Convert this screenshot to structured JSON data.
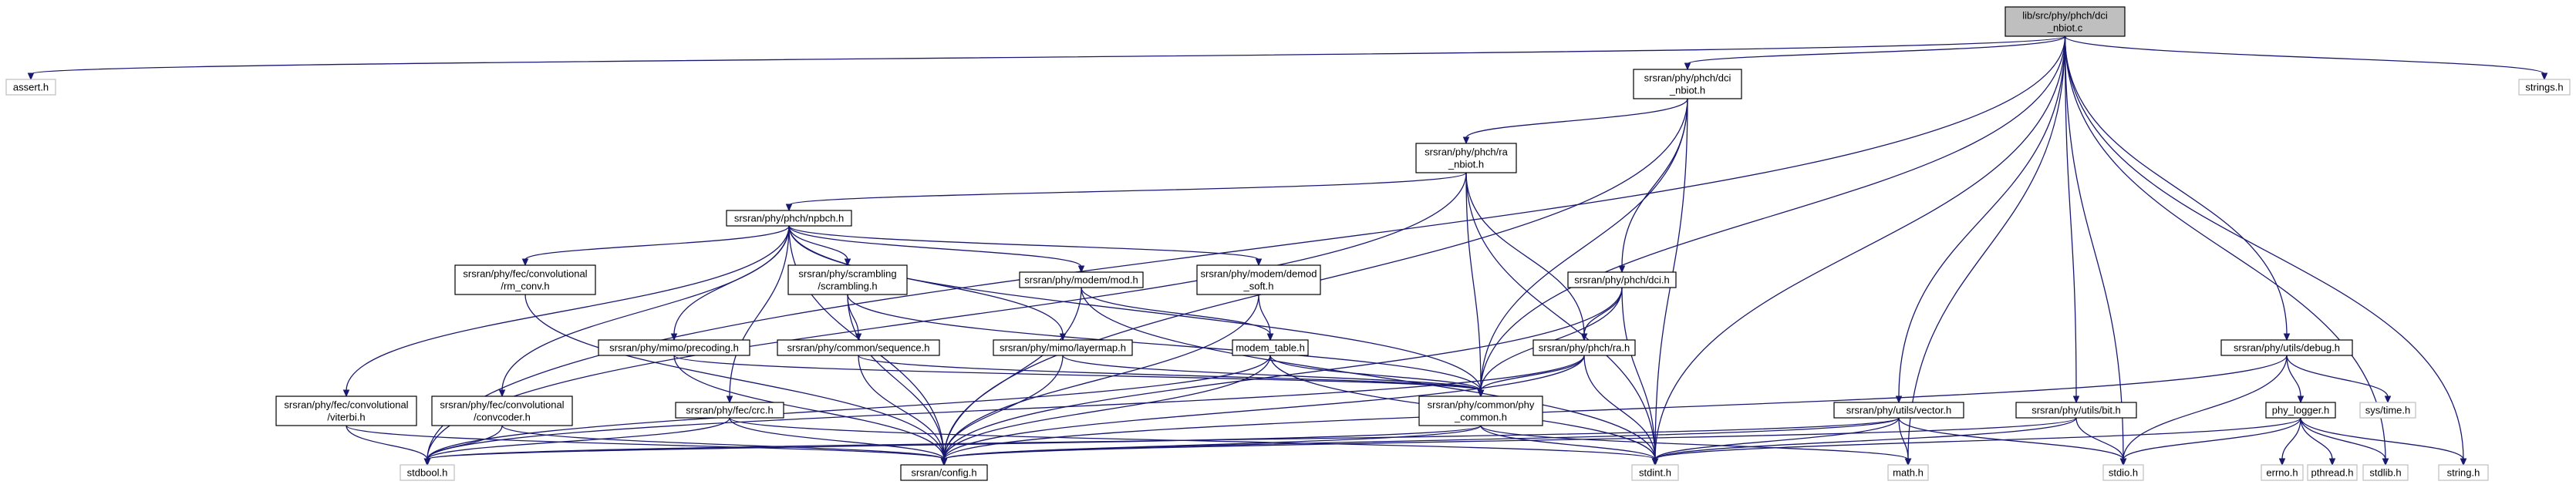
{
  "root": "lib/src/phy/phch/dci_nbiot.c",
  "nodes": [
    {
      "id": "root",
      "lines": [
        "lib/src/phy/phch/dci",
        "_nbiot.c"
      ],
      "kind": "root"
    },
    {
      "id": "assert",
      "lines": [
        "assert.h"
      ],
      "kind": "sys"
    },
    {
      "id": "strings",
      "lines": [
        "strings.h"
      ],
      "kind": "sys"
    },
    {
      "id": "dci_nbiot_h",
      "lines": [
        "srsran/phy/phch/dci",
        "_nbiot.h"
      ],
      "kind": "file"
    },
    {
      "id": "ra_nbiot_h",
      "lines": [
        "srsran/phy/phch/ra",
        "_nbiot.h"
      ],
      "kind": "file"
    },
    {
      "id": "npbch_h",
      "lines": [
        "srsran/phy/phch/npbch.h"
      ],
      "kind": "file"
    },
    {
      "id": "rm_conv_h",
      "lines": [
        "srsran/phy/fec/convolutional",
        "/rm_conv.h"
      ],
      "kind": "file"
    },
    {
      "id": "scrambling_h",
      "lines": [
        "srsran/phy/scrambling",
        "/scrambling.h"
      ],
      "kind": "file"
    },
    {
      "id": "mod_h",
      "lines": [
        "srsran/phy/modem/mod.h"
      ],
      "kind": "file"
    },
    {
      "id": "demod_soft_h",
      "lines": [
        "srsran/phy/modem/demod",
        "_soft.h"
      ],
      "kind": "file"
    },
    {
      "id": "dci_h",
      "lines": [
        "srsran/phy/phch/dci.h"
      ],
      "kind": "file"
    },
    {
      "id": "precoding_h",
      "lines": [
        "srsran/phy/mimo/precoding.h"
      ],
      "kind": "file"
    },
    {
      "id": "sequence_h",
      "lines": [
        "srsran/phy/common/sequence.h"
      ],
      "kind": "file"
    },
    {
      "id": "layermap_h",
      "lines": [
        "srsran/phy/mimo/layermap.h"
      ],
      "kind": "file"
    },
    {
      "id": "modem_table_h",
      "lines": [
        "modem_table.h"
      ],
      "kind": "file"
    },
    {
      "id": "ra_h",
      "lines": [
        "srsran/phy/phch/ra.h"
      ],
      "kind": "file"
    },
    {
      "id": "debug_h",
      "lines": [
        "srsran/phy/utils/debug.h"
      ],
      "kind": "file"
    },
    {
      "id": "viterbi_h",
      "lines": [
        "srsran/phy/fec/convolutional",
        "/viterbi.h"
      ],
      "kind": "file"
    },
    {
      "id": "convcoder_h",
      "lines": [
        "srsran/phy/fec/convolutional",
        "/convcoder.h"
      ],
      "kind": "file"
    },
    {
      "id": "crc_h",
      "lines": [
        "srsran/phy/fec/crc.h"
      ],
      "kind": "file"
    },
    {
      "id": "phy_common_h",
      "lines": [
        "srsran/phy/common/phy",
        "_common.h"
      ],
      "kind": "file"
    },
    {
      "id": "vector_h",
      "lines": [
        "srsran/phy/utils/vector.h"
      ],
      "kind": "file"
    },
    {
      "id": "bit_h",
      "lines": [
        "srsran/phy/utils/bit.h"
      ],
      "kind": "file"
    },
    {
      "id": "phy_logger_h",
      "lines": [
        "phy_logger.h"
      ],
      "kind": "file"
    },
    {
      "id": "systime",
      "lines": [
        "sys/time.h"
      ],
      "kind": "sys"
    },
    {
      "id": "stdbool",
      "lines": [
        "stdbool.h"
      ],
      "kind": "sys"
    },
    {
      "id": "config_h",
      "lines": [
        "srsran/config.h"
      ],
      "kind": "file"
    },
    {
      "id": "stdint",
      "lines": [
        "stdint.h"
      ],
      "kind": "sys"
    },
    {
      "id": "math",
      "lines": [
        "math.h"
      ],
      "kind": "sys"
    },
    {
      "id": "stdio",
      "lines": [
        "stdio.h"
      ],
      "kind": "sys"
    },
    {
      "id": "errno",
      "lines": [
        "errno.h"
      ],
      "kind": "sys"
    },
    {
      "id": "pthread",
      "lines": [
        "pthread.h"
      ],
      "kind": "sys"
    },
    {
      "id": "stdlib",
      "lines": [
        "stdlib.h"
      ],
      "kind": "sys"
    },
    {
      "id": "string",
      "lines": [
        "string.h"
      ],
      "kind": "sys"
    }
  ],
  "edges": [
    [
      "root",
      "assert"
    ],
    [
      "root",
      "strings"
    ],
    [
      "root",
      "dci_nbiot_h"
    ],
    [
      "root",
      "stdbool"
    ],
    [
      "root",
      "phy_common_h"
    ],
    [
      "root",
      "vector_h"
    ],
    [
      "root",
      "stdint"
    ],
    [
      "root",
      "bit_h"
    ],
    [
      "root",
      "math"
    ],
    [
      "root",
      "stdio"
    ],
    [
      "root",
      "debug_h"
    ],
    [
      "root",
      "stdlib"
    ],
    [
      "root",
      "string"
    ],
    [
      "dci_nbiot_h",
      "ra_nbiot_h"
    ],
    [
      "dci_nbiot_h",
      "config_h"
    ],
    [
      "dci_nbiot_h",
      "dci_h"
    ],
    [
      "dci_nbiot_h",
      "phy_common_h"
    ],
    [
      "dci_nbiot_h",
      "stdint"
    ],
    [
      "ra_nbiot_h",
      "npbch_h"
    ],
    [
      "ra_nbiot_h",
      "stdbool"
    ],
    [
      "ra_nbiot_h",
      "phy_common_h"
    ],
    [
      "ra_nbiot_h",
      "ra_h"
    ],
    [
      "ra_nbiot_h",
      "stdint"
    ],
    [
      "npbch_h",
      "rm_conv_h"
    ],
    [
      "npbch_h",
      "scrambling_h"
    ],
    [
      "npbch_h",
      "mod_h"
    ],
    [
      "npbch_h",
      "demod_soft_h"
    ],
    [
      "npbch_h",
      "precoding_h"
    ],
    [
      "npbch_h",
      "layermap_h"
    ],
    [
      "npbch_h",
      "viterbi_h"
    ],
    [
      "npbch_h",
      "convcoder_h"
    ],
    [
      "npbch_h",
      "crc_h"
    ],
    [
      "npbch_h",
      "config_h"
    ],
    [
      "npbch_h",
      "phy_common_h"
    ],
    [
      "rm_conv_h",
      "config_h"
    ],
    [
      "scrambling_h",
      "sequence_h"
    ],
    [
      "scrambling_h",
      "config_h"
    ],
    [
      "scrambling_h",
      "phy_common_h"
    ],
    [
      "mod_h",
      "modem_table_h"
    ],
    [
      "mod_h",
      "config_h"
    ],
    [
      "mod_h",
      "stdint"
    ],
    [
      "demod_soft_h",
      "modem_table_h"
    ],
    [
      "demod_soft_h",
      "config_h"
    ],
    [
      "dci_h",
      "ra_h"
    ],
    [
      "dci_h",
      "phy_common_h"
    ],
    [
      "dci_h",
      "config_h"
    ],
    [
      "dci_h",
      "stdint"
    ],
    [
      "precoding_h",
      "config_h"
    ],
    [
      "precoding_h",
      "phy_common_h"
    ],
    [
      "sequence_h",
      "config_h"
    ],
    [
      "sequence_h",
      "phy_common_h"
    ],
    [
      "layermap_h",
      "config_h"
    ],
    [
      "layermap_h",
      "phy_common_h"
    ],
    [
      "modem_table_h",
      "stdbool"
    ],
    [
      "modem_table_h",
      "phy_common_h"
    ],
    [
      "modem_table_h",
      "config_h"
    ],
    [
      "modem_table_h",
      "stdint"
    ],
    [
      "ra_h",
      "phy_common_h"
    ],
    [
      "ra_h",
      "config_h"
    ],
    [
      "ra_h",
      "stdbool"
    ],
    [
      "ra_h",
      "stdint"
    ],
    [
      "debug_h",
      "phy_logger_h"
    ],
    [
      "debug_h",
      "systime"
    ],
    [
      "debug_h",
      "stdio"
    ],
    [
      "debug_h",
      "config_h"
    ],
    [
      "phy_logger_h",
      "errno"
    ],
    [
      "phy_logger_h",
      "pthread"
    ],
    [
      "phy_logger_h",
      "stdio"
    ],
    [
      "phy_logger_h",
      "stdlib"
    ],
    [
      "phy_logger_h",
      "string"
    ],
    [
      "phy_logger_h",
      "stdint"
    ],
    [
      "viterbi_h",
      "stdbool"
    ],
    [
      "viterbi_h",
      "config_h"
    ],
    [
      "convcoder_h",
      "stdbool"
    ],
    [
      "convcoder_h",
      "config_h"
    ],
    [
      "crc_h",
      "config_h"
    ],
    [
      "crc_h",
      "stdint"
    ],
    [
      "crc_h",
      "stdbool"
    ],
    [
      "phy_common_h",
      "config_h"
    ],
    [
      "phy_common_h",
      "stdint"
    ],
    [
      "phy_common_h",
      "stdbool"
    ],
    [
      "phy_common_h",
      "math"
    ],
    [
      "vector_h",
      "config_h"
    ],
    [
      "vector_h",
      "stdint"
    ],
    [
      "vector_h",
      "stdio"
    ],
    [
      "vector_h",
      "math"
    ],
    [
      "vector_h",
      "stdbool"
    ],
    [
      "bit_h",
      "config_h"
    ],
    [
      "bit_h",
      "stdint"
    ],
    [
      "bit_h",
      "stdio"
    ]
  ]
}
